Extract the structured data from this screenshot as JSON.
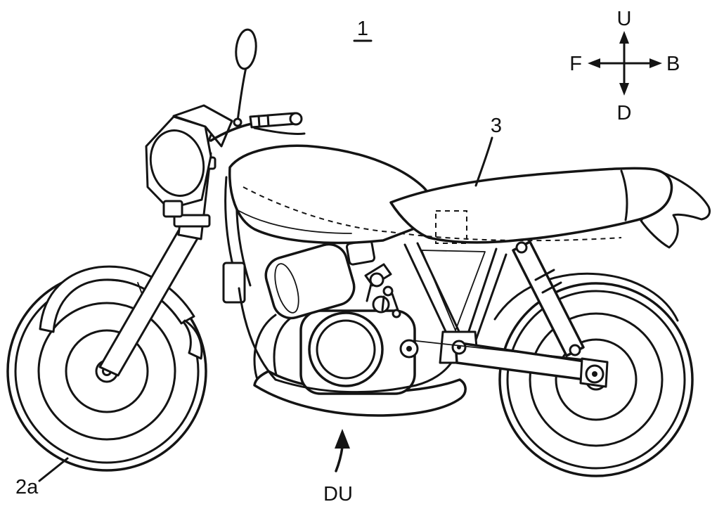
{
  "figure": {
    "number": "1",
    "reference_labels": {
      "seat": "3",
      "front_wheel": "2a",
      "direction_indicator": "DU"
    },
    "compass": {
      "up": "U",
      "down": "D",
      "front": "F",
      "back": "B"
    },
    "colors": {
      "line": "#141414",
      "background": "#ffffff"
    },
    "drawing_subject": "motorcycle-side-view"
  }
}
